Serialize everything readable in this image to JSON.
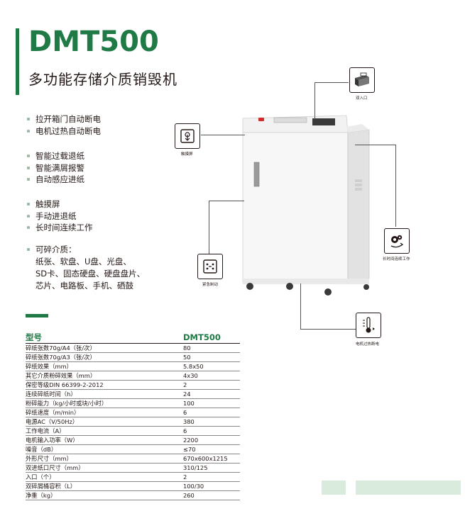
{
  "header": {
    "model": "DMT500",
    "subtitle": "多功能存储介质销毁机"
  },
  "features": {
    "group1": [
      "拉开箱门自动断电",
      "电机过热自动断电"
    ],
    "group2": [
      "智能过载退纸",
      "智能满屑报警",
      "自动感应进纸"
    ],
    "group3": [
      "触摸屏",
      "手动进退纸",
      "长时间连续工作"
    ],
    "media_heading": "可碎介质：",
    "media_lines": [
      "纸张、软盘、U盘、光盘、",
      "SD卡、固态硬盘、硬盘盘片、",
      "芯片、电路板、手机、硒鼓"
    ]
  },
  "callouts": {
    "entry": "双入口",
    "touch": "触摸屏",
    "continuous": "长时间连续工作",
    "emergency": "紧急制动",
    "overheat": "电机过热断电"
  },
  "icons": {
    "entry": "shredder-entry-icon",
    "touch": "touchscreen-icon",
    "continuous": "gears-icon",
    "emergency": "emergency-stop-icon",
    "overheat": "thermometer-icon"
  },
  "specs": {
    "header_label": "型号",
    "header_value": "DMT500",
    "rows": [
      {
        "label": "碎纸张数70g/A4（张/次）",
        "value": "80"
      },
      {
        "label": "碎纸张数70g/A3（张/次）",
        "value": "50"
      },
      {
        "label": "碎纸效果（mm）",
        "value": "5.8x50"
      },
      {
        "label": "其它介质粉碎效果（mm）",
        "value": "4x30"
      },
      {
        "label": "保密等级DIN 66399-2-2012",
        "value": "2"
      },
      {
        "label": "连续碎纸时间（h）",
        "value": "24"
      },
      {
        "label": "粉碎能力（kg/小时或块/小时）",
        "value": "100"
      },
      {
        "label": "碎纸速度（m/min）",
        "value": "6"
      },
      {
        "label": "电源AC（V/50Hz）",
        "value": "380"
      },
      {
        "label": "工作电流（A）",
        "value": "6"
      },
      {
        "label": "电机输入功率（W）",
        "value": "2200"
      },
      {
        "label": "噪音（dB）",
        "value": "≤70"
      },
      {
        "label": "外形尺寸（mm）",
        "value": "670x600x1215"
      },
      {
        "label": "双进纸口尺寸（mm）",
        "value": "310/125"
      },
      {
        "label": "入口（个）",
        "value": "2"
      },
      {
        "label": "双碎屑桶容积（L）",
        "value": "100/30"
      },
      {
        "label": "净重（kg）",
        "value": "260"
      }
    ]
  },
  "colors": {
    "brand_green": "#1f7a45",
    "light_green": "#d8ebdc",
    "text": "#231815"
  }
}
